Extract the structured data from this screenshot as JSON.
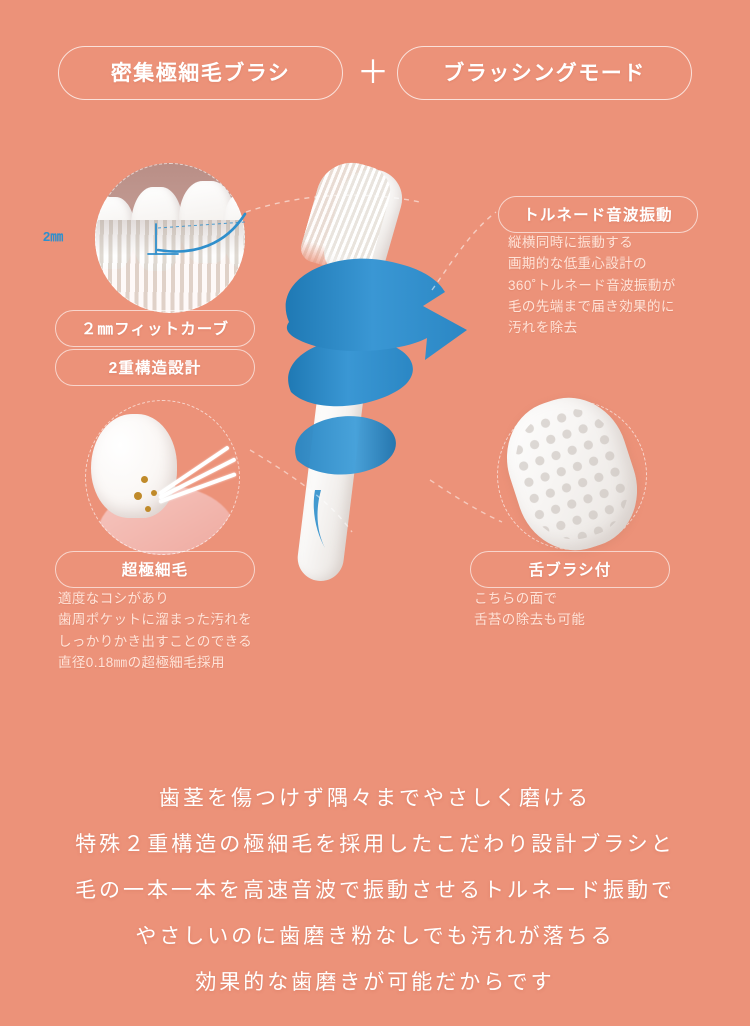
{
  "background_color": "#ec9279",
  "accent_blue": "#2f8fcc",
  "text_white": "#ffffff",
  "text_soft": "#ffe3d8",
  "header": {
    "left_pill": "密集極細毛ブラシ",
    "separator": "＋",
    "right_pill": "ブラッシングモード"
  },
  "features": [
    {
      "id": "fit-curve",
      "pill": "２㎜フィットカーブ",
      "measure_label": "2㎜",
      "description": ""
    },
    {
      "id": "double-structure",
      "pill": "2重構造設計",
      "description": ""
    },
    {
      "id": "tornado",
      "pill": "トルネード音波振動",
      "description": "縦横同時に振動する\n画期的な低重心設計の\n360˚トルネード音波振動が\n毛の先端まで届き効果的に\n汚れを除去"
    },
    {
      "id": "ultra-fine-bristle",
      "pill": "超極細毛",
      "description": "適度なコシがあり\n歯周ポケットに溜まった汚れを\nしっかりかき出すことのできる\n直径0.18㎜の超極細毛採用"
    },
    {
      "id": "tongue-brush",
      "pill": "舌ブラシ付",
      "description": "こちらの面で\n舌苔の除去も可能"
    }
  ],
  "summary": {
    "lines": [
      "歯茎を傷つけず隅々までやさしく磨ける",
      "特殊２重構造の極細毛を採用したこだわり設計ブラシと",
      "毛の一本一本を高速音波で振動させるトルネード振動で",
      "やさしいのに歯磨き粉なしでも汚れが落ちる",
      "効果的な歯磨きが可能だからです"
    ]
  }
}
